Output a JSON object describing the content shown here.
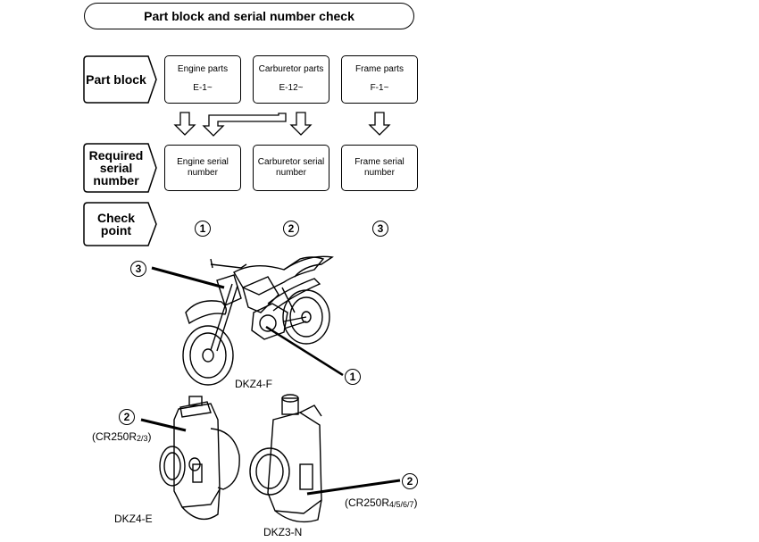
{
  "title": "Part block and serial number check",
  "row_labels": {
    "part_block": "Part block",
    "required_serial": [
      "Required",
      "serial",
      "number"
    ],
    "check_point": [
      "Check",
      "point"
    ]
  },
  "part_blocks": [
    {
      "name": "Engine parts",
      "code": "E-1~"
    },
    {
      "name": "Carburetor parts",
      "code": "E-12~"
    },
    {
      "name": "Frame parts",
      "code": "F-1~"
    }
  ],
  "serial_numbers": [
    [
      "Engine serial",
      "number"
    ],
    [
      "Carburetor serial",
      "number"
    ],
    [
      "Frame serial",
      "number"
    ]
  ],
  "check_points": [
    "1",
    "2",
    "3"
  ],
  "callouts": {
    "frame": "3",
    "engine": "1",
    "carb_left": "2",
    "carb_right": "2"
  },
  "labels": {
    "bike_model": "DKZ4-F",
    "carb_left_model": "DKZ4-E",
    "carb_right_model": "DKZ3-N",
    "carb_left_note_main": "(CR250R",
    "carb_left_note_sub": "2/3",
    "carb_left_note_end": ")",
    "carb_right_note_main": "(CR250R",
    "carb_right_note_sub": "4/5/6/7",
    "carb_right_note_end": ")"
  }
}
